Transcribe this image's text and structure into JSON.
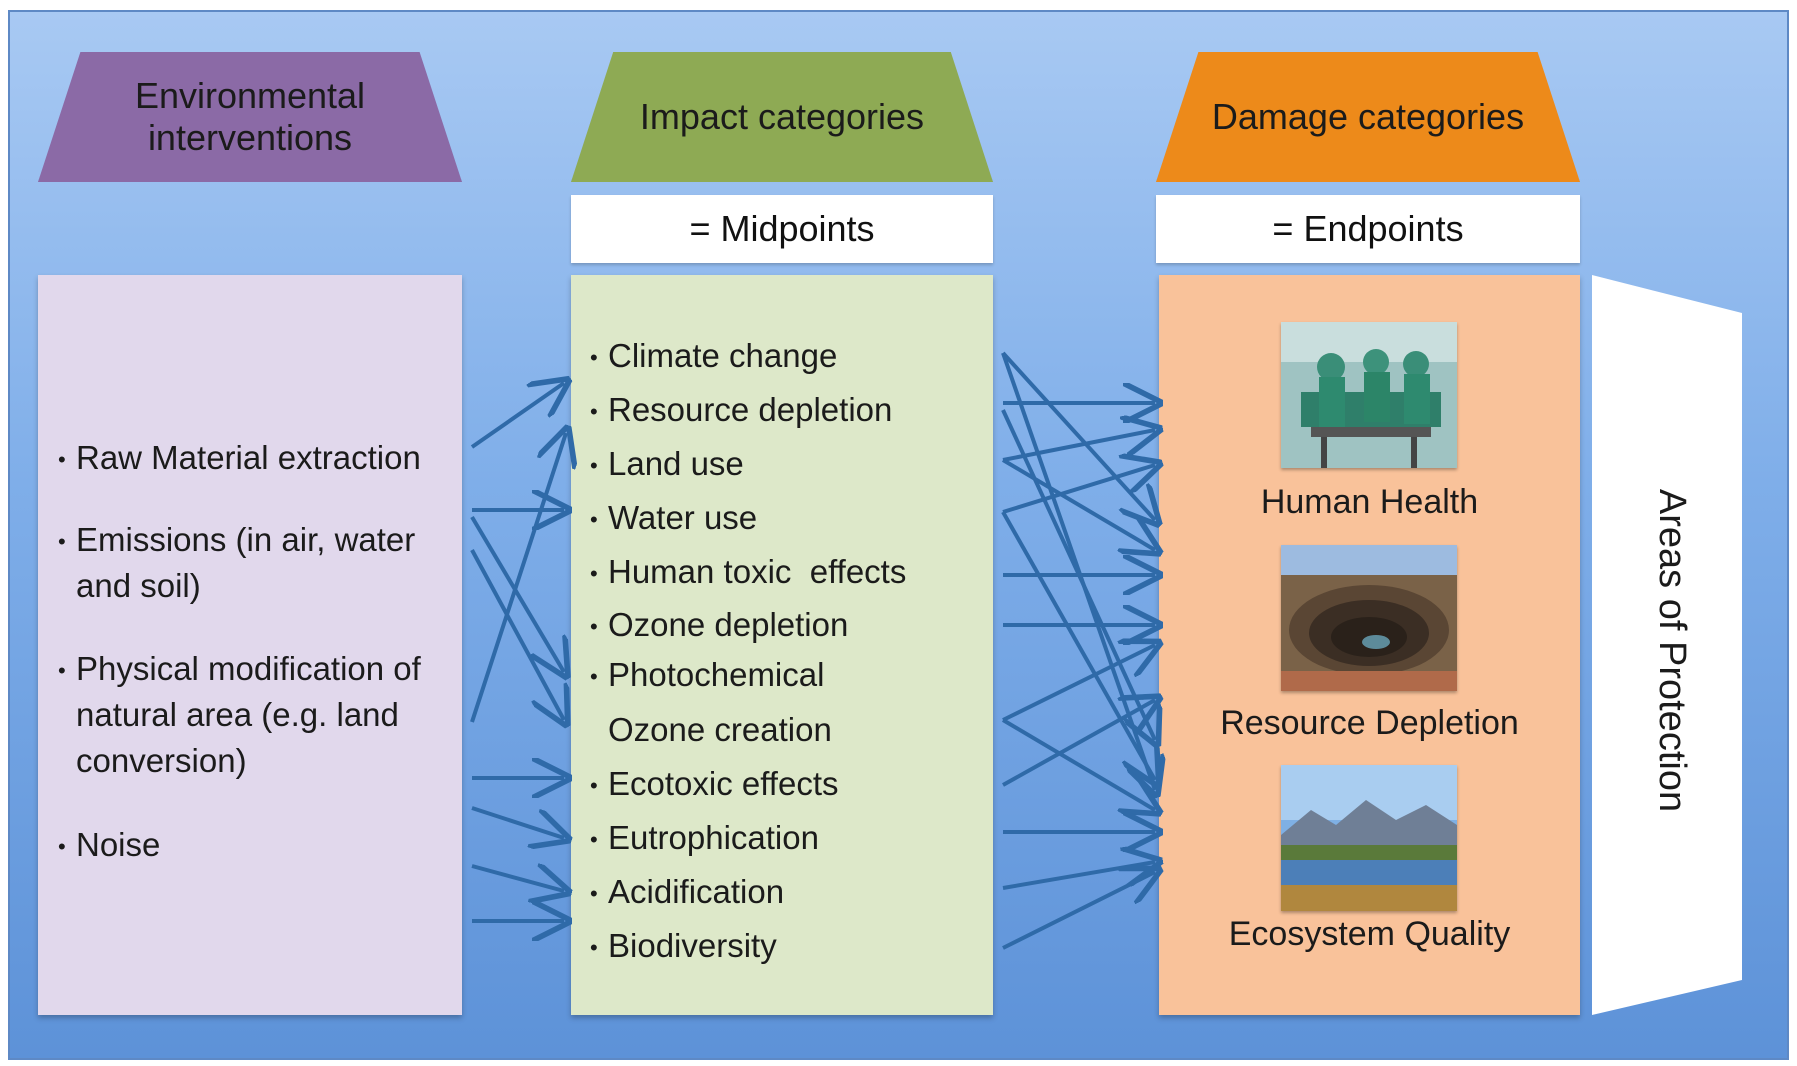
{
  "columns": {
    "interventions": {
      "header": "Environmental interventions",
      "items": [
        [
          "Raw Material extraction"
        ],
        [
          "Emissions (in air, water",
          "and soil)"
        ],
        [
          "Physical modification of",
          "natural area (e.g. land",
          "conversion)"
        ],
        [
          "Noise"
        ]
      ]
    },
    "midpoints": {
      "header": "Impact categories",
      "subheader": "= Midpoints",
      "items": [
        [
          "Climate change"
        ],
        [
          "Resource depletion"
        ],
        [
          "Land use"
        ],
        [
          "Water use"
        ],
        [
          "Human toxic  effects"
        ],
        [
          "Ozone depletion"
        ],
        [
          "Photochemical",
          "Ozone creation"
        ],
        [
          "Ecotoxic effects"
        ],
        [
          "Eutrophication"
        ],
        [
          "Acidification"
        ],
        [
          "Biodiversity"
        ]
      ]
    },
    "endpoints": {
      "header": "Damage categories",
      "subheader": "= Endpoints",
      "items": [
        "Human Health",
        "Resource Depletion",
        "Ecosystem Quality"
      ],
      "images": [
        "surgery-photo",
        "open-pit-mine-photo",
        "mountain-lake-photo"
      ]
    },
    "protection": {
      "label": "Areas of Protection"
    }
  },
  "colors": {
    "background": "#7faee9",
    "interventions_header": "#8b6aa6",
    "interventions_panel": "#e1d8ec",
    "midpoints_header": "#8eaa54",
    "midpoints_panel": "#dde8c9",
    "endpoints_header": "#ed8a1a",
    "endpoints_panel": "#f9c29a",
    "arrow": "#2f6aa8"
  }
}
